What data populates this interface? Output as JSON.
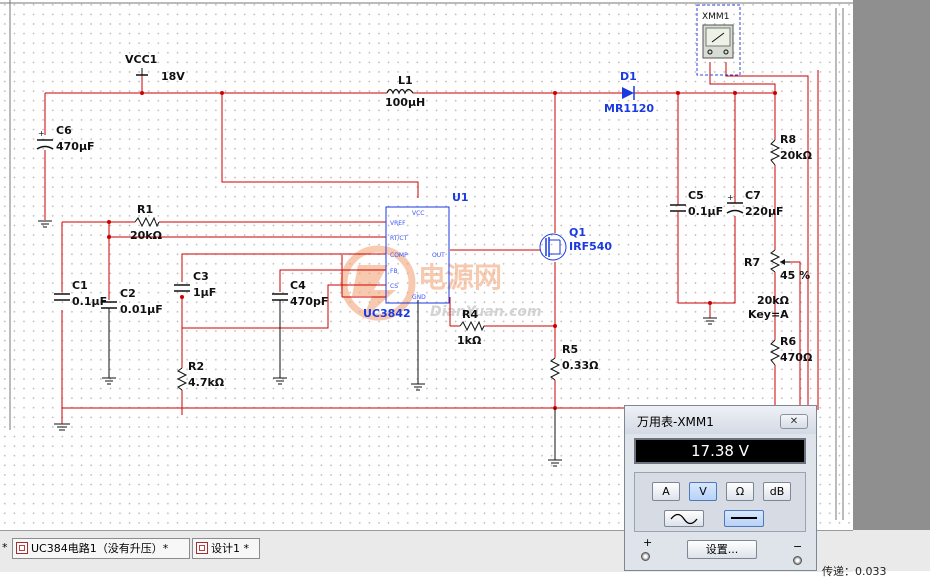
{
  "schematic": {
    "vcc": {
      "name": "VCC1",
      "value": "18V"
    },
    "l1": {
      "name": "L1",
      "value": "100µH"
    },
    "d1": {
      "name": "D1",
      "model": "MR1120"
    },
    "c6": {
      "name": "C6",
      "value": "470µF"
    },
    "r1": {
      "name": "R1",
      "value": "20kΩ"
    },
    "c1": {
      "name": "C1",
      "value": "0.1µF"
    },
    "c2": {
      "name": "C2",
      "value": "0.01µF"
    },
    "c3": {
      "name": "C3",
      "value": "1µF"
    },
    "c4": {
      "name": "C4",
      "value": "470pF"
    },
    "r2": {
      "name": "R2",
      "value": "4.7kΩ"
    },
    "u1": {
      "name": "U1",
      "model": "UC3842",
      "pins": [
        "VREF",
        "RT/CT",
        "COMP",
        "FB",
        "CS",
        "OUT",
        "VCC",
        "GND"
      ]
    },
    "r4": {
      "name": "R4",
      "value": "1kΩ"
    },
    "q1": {
      "name": "Q1",
      "model": "IRF540"
    },
    "r5": {
      "name": "R5",
      "value": "0.33Ω"
    },
    "c5": {
      "name": "C5",
      "value": "0.1µF"
    },
    "c7": {
      "name": "C7",
      "value": "220µF"
    },
    "r8": {
      "name": "R8",
      "value": "20kΩ"
    },
    "r7": {
      "name": "R7",
      "value": "20kΩ",
      "setting": "45 %",
      "key": "Key=A"
    },
    "r6": {
      "name": "R6",
      "value": "470Ω"
    },
    "xmm": {
      "name": "XMM1"
    },
    "watermark": {
      "text": "电源网",
      "url": "DianYuan.com"
    }
  },
  "tabs": [
    {
      "label": "UC384电路1（没有升压）*"
    },
    {
      "label": "设计1 *"
    }
  ],
  "tab_prefix": "*",
  "status": {
    "text": "传递：0.033"
  },
  "multimeter": {
    "title": "万用表-XMM1",
    "close_label": "✕",
    "reading": "17.38 V",
    "modes": [
      "A",
      "V",
      "Ω",
      "dB"
    ],
    "active_mode": "V",
    "settings_label": "设置...",
    "plus_label": "+",
    "minus_label": "−"
  },
  "colors": {
    "wire": "#cc0000",
    "component": "#111111",
    "label_blue": "#1b3ae0",
    "accent": "#4f79b8"
  }
}
